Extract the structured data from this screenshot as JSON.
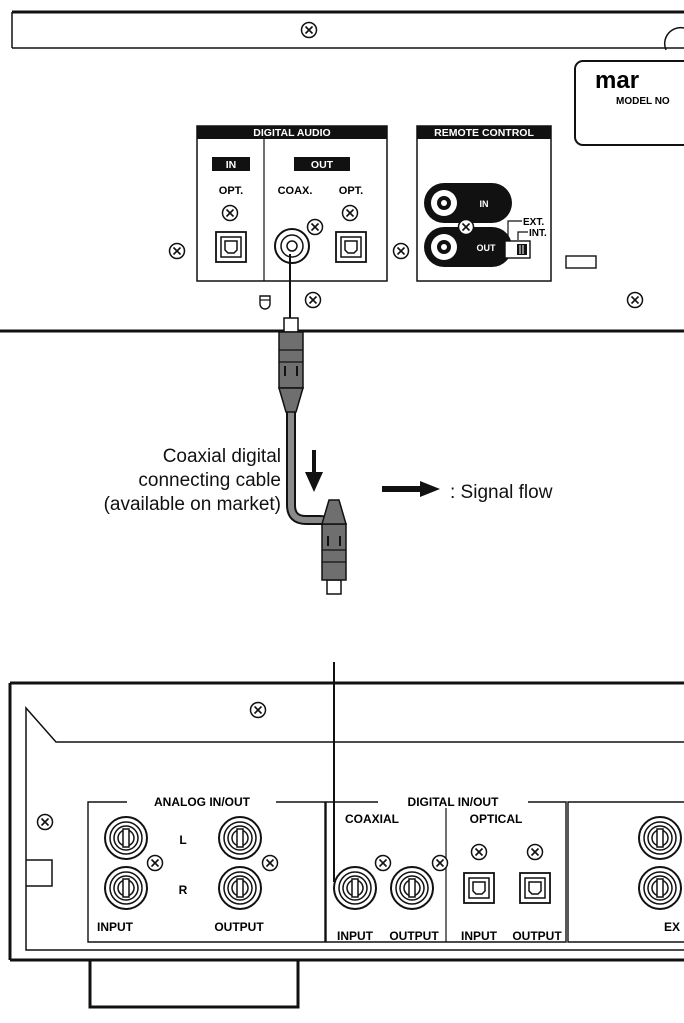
{
  "source_unit": {
    "brand_partial": "mar",
    "model_partial": "MODEL NO",
    "digital_audio": {
      "title": "DIGITAL AUDIO",
      "in_label": "IN",
      "out_label": "OUT",
      "in_opt_label": "OPT.",
      "coax_label": "COAX.",
      "out_opt_label": "OPT."
    },
    "remote_control": {
      "title": "REMOTE CONTROL",
      "in_label": "IN",
      "out_label": "OUT",
      "ext_label": "EXT.",
      "int_label": "INT."
    }
  },
  "cable": {
    "caption_lines": [
      "Coaxial digital",
      "connecting cable",
      "(available on market)"
    ]
  },
  "legend": {
    "text": ": Signal flow"
  },
  "dest_unit": {
    "analog": {
      "title": "ANALOG IN/OUT",
      "l_label": "L",
      "r_label": "R",
      "input_label": "INPUT",
      "output_label": "OUTPUT"
    },
    "digital": {
      "title": "DIGITAL IN/OUT",
      "coaxial_label": "COAXIAL",
      "optical_label": "OPTICAL",
      "coax_input_label": "INPUT",
      "coax_output_label": "OUTPUT",
      "opt_input_label": "INPUT",
      "opt_output_label": "OUTPUT"
    },
    "partial_label": "EX"
  },
  "colors": {
    "line": "#111111",
    "cable": "#8a8a8a",
    "panel": "#ffffff"
  }
}
